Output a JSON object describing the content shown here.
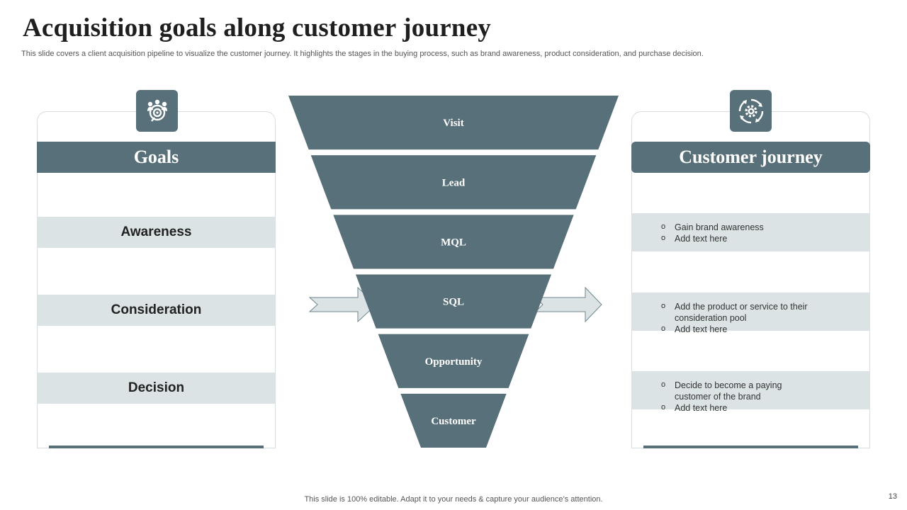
{
  "slide": {
    "title": "Acquisition goals along customer journey",
    "subtitle": "This slide covers a client acquisition pipeline to visualize the customer journey. It highlights the stages in the buying process, such as brand awareness, product consideration, and purchase decision.",
    "footer_note": "This slide is 100% editable. Adapt it to your needs & capture your audience’s attention.",
    "page_number": "13"
  },
  "colors": {
    "primary": "#587079",
    "row_fill": "#dbe3e5",
    "arrow_fill": "#dbe3e5",
    "arrow_stroke": "#6f868e"
  },
  "goals": {
    "header": "Goals",
    "icon": "team-target-icon",
    "items": [
      "Awareness",
      "Consideration",
      "Decision"
    ]
  },
  "journey": {
    "header": "Customer journey",
    "icon": "gear-cycle-icon",
    "items": [
      {
        "bullets": [
          "Gain brand awareness",
          "Add text here"
        ]
      },
      {
        "bullets": [
          "Add the product or service to their consideration pool",
          "Add text here"
        ]
      },
      {
        "bullets": [
          "Decide to become a paying customer of the brand",
          "Add text here"
        ]
      }
    ]
  },
  "funnel": {
    "stages": [
      "Visit",
      "Lead",
      "MQL",
      "SQL",
      "Opportunity",
      "Customer"
    ]
  }
}
